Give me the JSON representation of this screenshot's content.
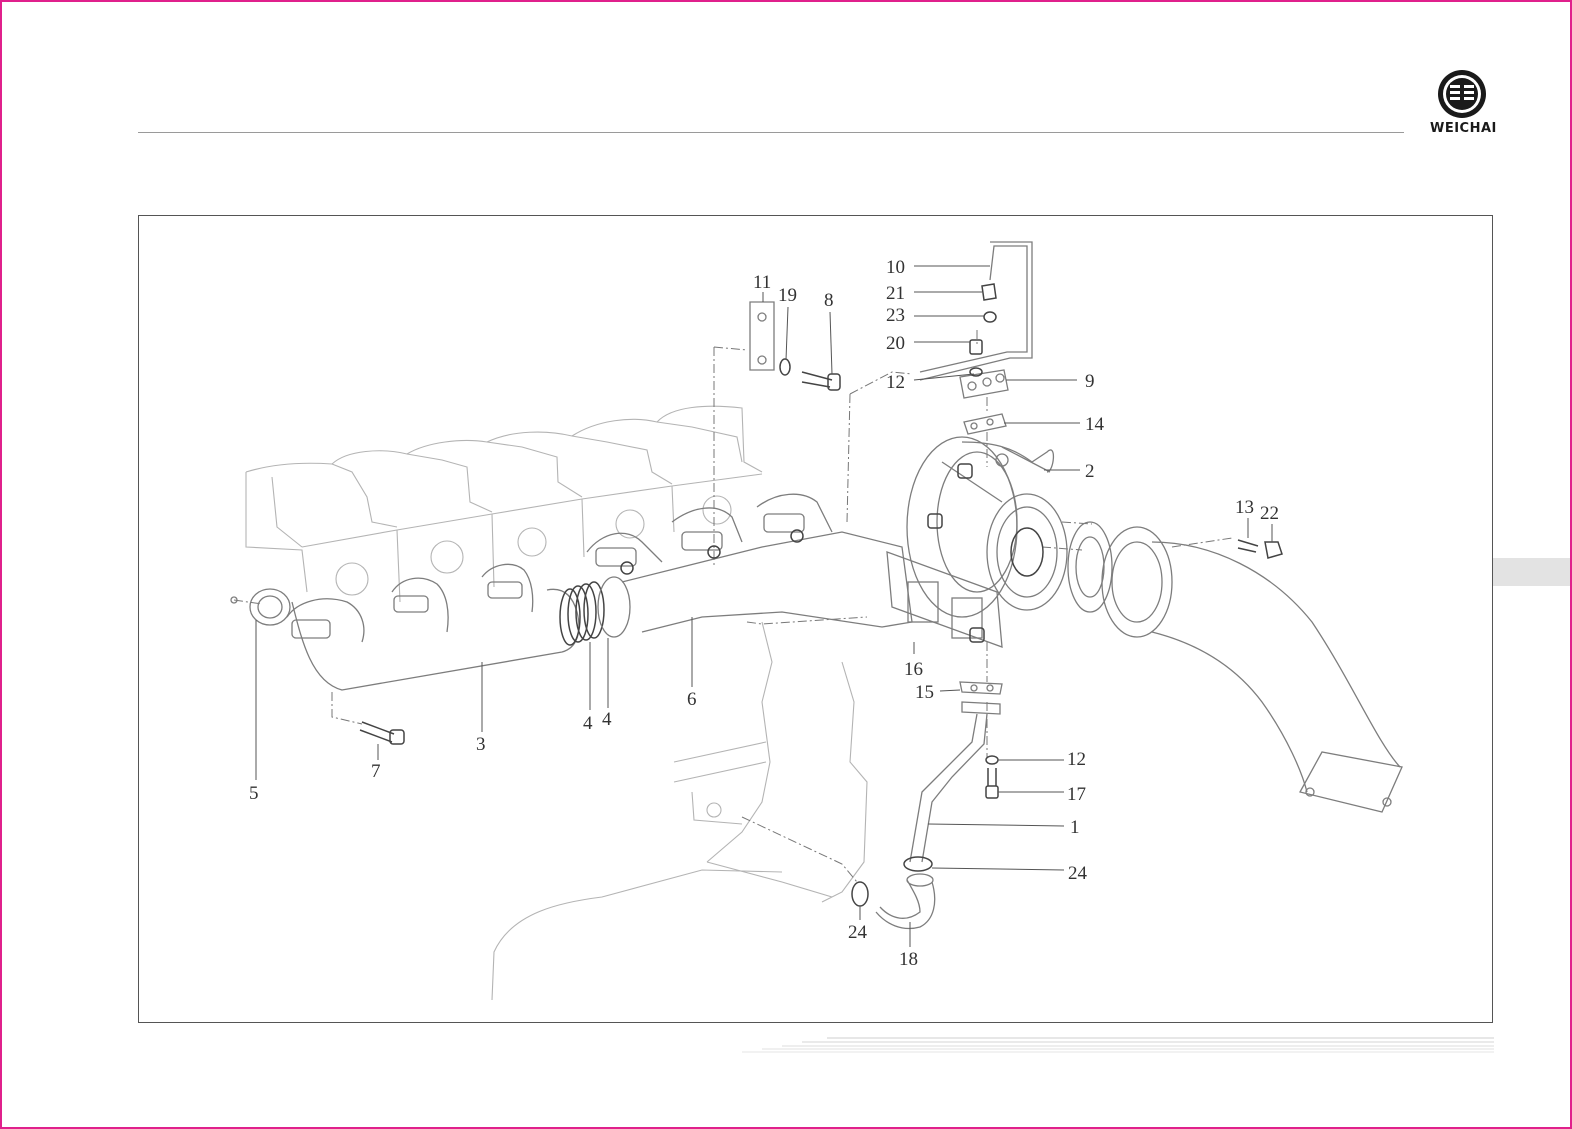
{
  "logo": {
    "text": "WEICHAI",
    "icon": "weichai-logo-icon"
  },
  "diagram": {
    "type": "exploded-parts-diagram",
    "callouts": [
      {
        "id": "c1",
        "label": "1"
      },
      {
        "id": "c2",
        "label": "2"
      },
      {
        "id": "c3",
        "label": "3"
      },
      {
        "id": "c4a",
        "label": "4"
      },
      {
        "id": "c4b",
        "label": "4"
      },
      {
        "id": "c5",
        "label": "5"
      },
      {
        "id": "c6",
        "label": "6"
      },
      {
        "id": "c7",
        "label": "7"
      },
      {
        "id": "c8",
        "label": "8"
      },
      {
        "id": "c9",
        "label": "9"
      },
      {
        "id": "c10",
        "label": "10"
      },
      {
        "id": "c11",
        "label": "11"
      },
      {
        "id": "c12a",
        "label": "12"
      },
      {
        "id": "c12b",
        "label": "12"
      },
      {
        "id": "c13",
        "label": "13"
      },
      {
        "id": "c14",
        "label": "14"
      },
      {
        "id": "c15",
        "label": "15"
      },
      {
        "id": "c16",
        "label": "16"
      },
      {
        "id": "c17",
        "label": "17"
      },
      {
        "id": "c18",
        "label": "18"
      },
      {
        "id": "c19",
        "label": "19"
      },
      {
        "id": "c20",
        "label": "20"
      },
      {
        "id": "c21",
        "label": "21"
      },
      {
        "id": "c22",
        "label": "22"
      },
      {
        "id": "c23",
        "label": "23"
      },
      {
        "id": "c24a",
        "label": "24"
      },
      {
        "id": "c24b",
        "label": "24"
      }
    ]
  },
  "colors": {
    "border": "#e0208c",
    "line": "#7d7d7d",
    "side_tab": "#e3e3e3"
  }
}
